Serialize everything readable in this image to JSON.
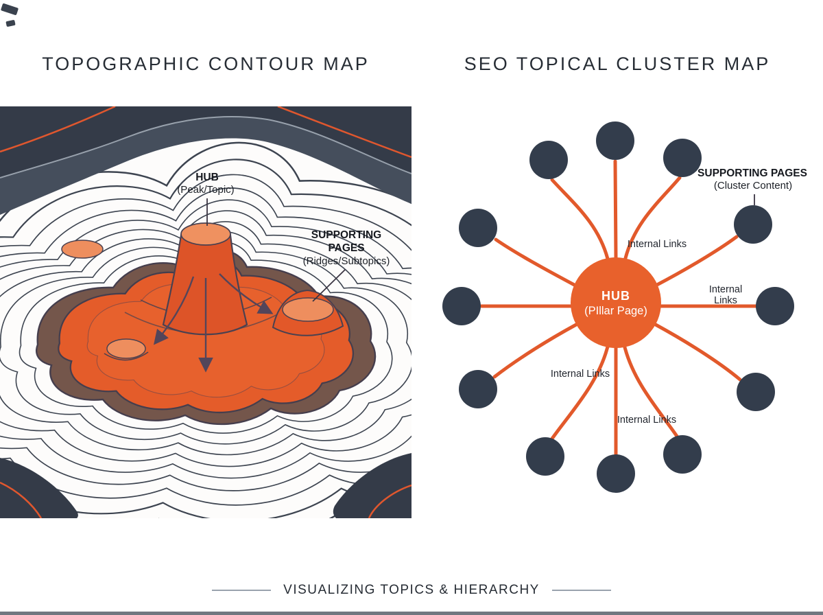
{
  "footer": {
    "label": "VISUALIZING TOPICS & HIERARCHY"
  },
  "left_panel": {
    "title": "TOPOGRAPHIC CONTOUR MAP",
    "hub_label": {
      "title": "HUB",
      "subtitle": "(Peak/Topic)"
    },
    "supporting_label": {
      "line1": "SUPPORTING",
      "line2": "PAGES",
      "subtitle": "(Ridges/Subtopics)"
    },
    "colors": {
      "corner_navy": "#343b48",
      "corner_band": "#454e5c",
      "band_line": "#98a1ac",
      "accent_orange": "#e0572e",
      "contour_line": "#3d4450",
      "mountain_orange": "#e45c2a",
      "ridge_brown": "#74564b",
      "peak_light": "#ee8e5e",
      "arrow": "#53455a"
    }
  },
  "right_panel": {
    "title": "SEO TOPICAL CLUSTER MAP",
    "hub": {
      "title": "HUB",
      "subtitle": "(PIllar Page)"
    },
    "supporting_label": {
      "title": "SUPPORTING PAGES",
      "subtitle": "(Cluster Content)"
    },
    "internal_links": {
      "top": "Internal Links",
      "right_line1": "Internal",
      "right_line2": "Links",
      "bottom_left": "Internal Links",
      "bottom": "Internal Links"
    },
    "node_count": 12,
    "colors": {
      "hub_fill": "#e8612c",
      "node_fill": "#333d4c",
      "link_stroke": "#e2592b",
      "label_text": "#22262e"
    }
  }
}
